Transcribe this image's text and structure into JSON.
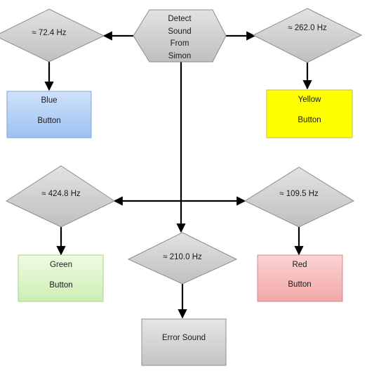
{
  "start": {
    "lines": [
      "Detect",
      "Sound",
      "From",
      "Simon"
    ]
  },
  "decisions": {
    "blue": "≈ 72.4 Hz",
    "yellow": "≈ 262.0 Hz",
    "green": "≈ 424.8 Hz",
    "red": "≈ 109.5 Hz",
    "error": "≈ 210.0 Hz"
  },
  "outcomes": {
    "blue": {
      "line1": "Blue",
      "line2": "Button",
      "fill": "#a8c8f4",
      "stroke": "#7ea6d8"
    },
    "yellow": {
      "line1": "Yellow",
      "line2": "Button",
      "fill": "#ffff00",
      "stroke": "#bfbf5a"
    },
    "green": {
      "line1": "Green",
      "line2": "Button",
      "fill": "#d9f5c4",
      "stroke": "#a9cf8f"
    },
    "red": {
      "line1": "Red",
      "line2": "Button",
      "fill": "#f7b6b6",
      "stroke": "#d08a8a"
    },
    "error": {
      "line1": "Error Sound",
      "fill": "#d4d4d4",
      "stroke": "#8f8f8f"
    }
  },
  "colors": {
    "decision_fill": "#d0d0d0",
    "decision_stroke": "#8c8c8c",
    "connector": "#000000"
  }
}
